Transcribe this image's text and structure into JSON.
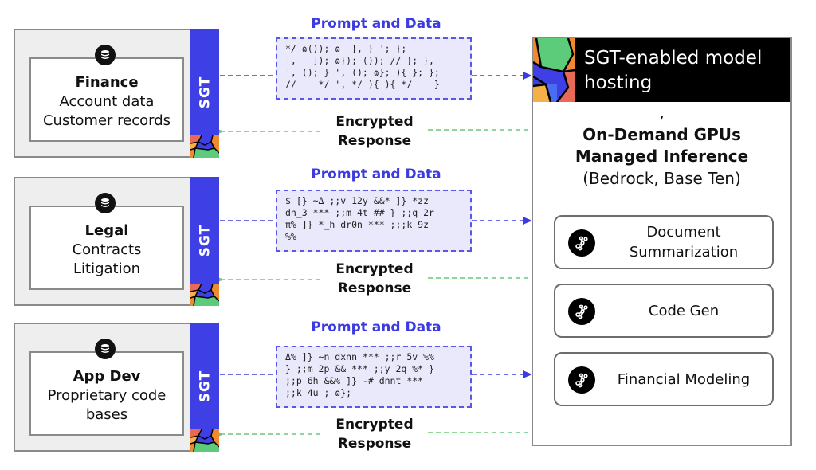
{
  "colors": {
    "sgt_blue": "#3f3fe6",
    "prompt_blue": "#3b3be0",
    "response_green": "#6cc77a",
    "code_box_bg": "#e9e9fb",
    "panel_gray": "#eeeeee",
    "header_black": "#000000"
  },
  "departments": [
    {
      "title": "Finance",
      "lines": [
        "Account data",
        "Customer records"
      ],
      "icon": "database-icon",
      "sgt_label": "SGT"
    },
    {
      "title": "Legal",
      "lines": [
        "Contracts",
        "Litigation"
      ],
      "icon": "database-icon",
      "sgt_label": "SGT"
    },
    {
      "title": "App Dev",
      "lines": [
        "Proprietary code",
        "bases"
      ],
      "icon": "database-icon",
      "sgt_label": "SGT"
    }
  ],
  "flows": [
    {
      "prompt_label": "Prompt and Data",
      "encrypted_text": "*/ ɷ()); ɷ  }, } '; };\n',   ]); ɷ}); ()); // }; },\n', (); } ', (); ɷ}; ){ }; };\n//    */ ', */ ){ ){ */    }",
      "response_label_line1": "Encrypted",
      "response_label_line2": "Response"
    },
    {
      "prompt_label": "Prompt and Data",
      "encrypted_text": "$ [} ~Δ ;;v 12y &&* ]} *zz\ndn_3 *** ;;m 4t ## } ;;q 2r\nπ% ]} *_h dr0n *** ;;;k 9z\n%%",
      "response_label_line1": "Encrypted",
      "response_label_line2": "Response"
    },
    {
      "prompt_label": "Prompt and Data",
      "encrypted_text": "Δ% ]} ~n dxnn *** ;;r 5v %%\n} ;;m 2p && *** ;;y 2q %* }\n;;p 6h &&% ]} -# dnnt ***\n;;k 4u ; ɷ};",
      "response_label_line1": "Encrypted",
      "response_label_line2": "Response"
    }
  ],
  "hosting": {
    "title": "SGT-enabled model hosting",
    "comma": ",",
    "line1": "On-Demand GPUs",
    "line2": "Managed Inference",
    "line3": "(Bedrock, Base Ten)",
    "use_cases": [
      {
        "label": "Document Summarization",
        "icon": "network-graph-icon"
      },
      {
        "label": "Code Gen",
        "icon": "network-graph-icon"
      },
      {
        "label": "Financial Modeling",
        "icon": "network-graph-icon"
      }
    ]
  }
}
